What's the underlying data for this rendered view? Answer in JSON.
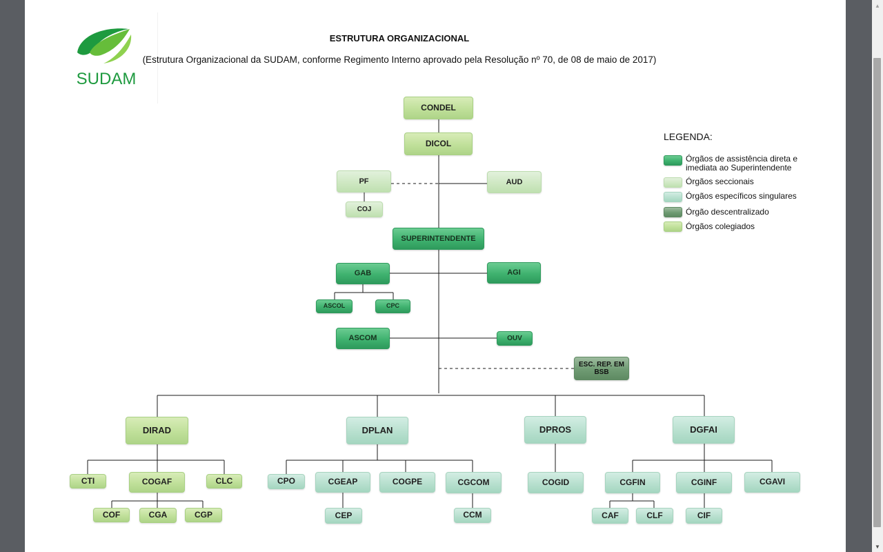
{
  "header": {
    "logo_text": "SUDAM",
    "title": "ESTRUTURA ORGANIZACIONAL",
    "subtitle": "(Estrutura Organizacional da SUDAM, conforme Regimento Interno aprovado pela Resolução nº 70, de 08 de maio de 2017)"
  },
  "colors": {
    "brand_green": "#3aaa35",
    "brand_dark_green": "#1e9a3f"
  },
  "legend": {
    "title": "LEGENDA:",
    "items": [
      {
        "label": "Órgãos de assistência direta e imediata ao Superintendente",
        "type": "direct"
      },
      {
        "label": "Órgãos seccionais",
        "type": "sectional"
      },
      {
        "label": "Órgãos específicos singulares",
        "type": "singular"
      },
      {
        "label": "Órgão descentralizado",
        "type": "decentralized"
      },
      {
        "label": "Órgãos colegiados",
        "type": "collegiate"
      }
    ]
  },
  "units": {
    "condel": "CONDEL",
    "dicol": "DICOL",
    "pf": "PF",
    "coj": "COJ",
    "aud": "AUD",
    "superintendente": "SUPERINTENDENTE",
    "gab": "GAB",
    "agi": "AGI",
    "ascol": "ASCOL",
    "cpc": "CPC",
    "ascom": "ASCOM",
    "ouv": "OUV",
    "esc_rep": "ESC. REP. EM BSB",
    "dirad": "DIRAD",
    "dplan": "DPLAN",
    "dpros": "DPROS",
    "dgfai": "DGFAI",
    "cti": "CTI",
    "cogaf": "COGAF",
    "clc": "CLC",
    "cof": "COF",
    "cga": "CGA",
    "cgp": "CGP",
    "cpo": "CPO",
    "cgeap": "CGEAP",
    "cogpe": "COGPE",
    "cgcom": "CGCOM",
    "cep": "CEP",
    "ccm": "CCM",
    "cogid": "COGID",
    "cgfin": "CGFIN",
    "cginf": "CGINF",
    "cgavi": "CGAVI",
    "caf": "CAF",
    "clf": "CLF",
    "cif": "CIF"
  }
}
